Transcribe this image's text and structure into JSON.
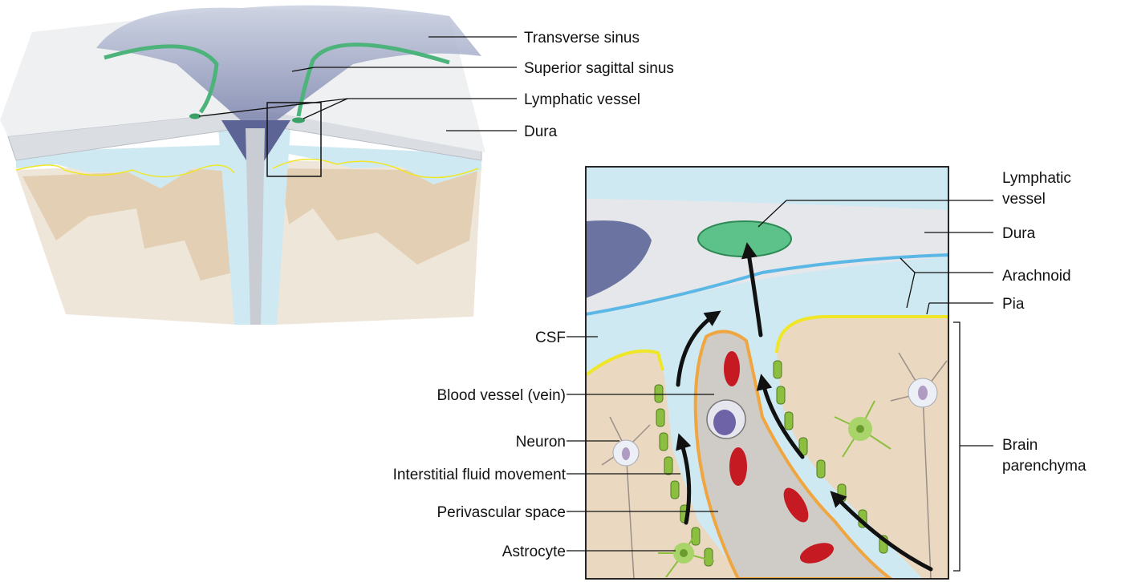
{
  "overview_labels": {
    "transverse_sinus": "Transverse sinus",
    "superior_sagittal_sinus": "Superior sagittal sinus",
    "lymphatic_vessel": "Lymphatic vessel",
    "dura": "Dura"
  },
  "detail_labels": {
    "lymphatic_vessel_line1": "Lymphatic",
    "lymphatic_vessel_line2": "vessel",
    "dura": "Dura",
    "arachnoid": "Arachnoid",
    "pia": "Pia",
    "brain_parenchyma_line1": "Brain",
    "brain_parenchyma_line2": "parenchyma",
    "csf": "CSF",
    "blood_vessel": "Blood vessel (vein)",
    "neuron": "Neuron",
    "interstitial_fluid": "Interstitial fluid movement",
    "perivascular_space": "Perivascular space",
    "astrocyte": "Astrocyte"
  },
  "colors": {
    "sinus": "#6b73a0",
    "dura": "#e4e6ea",
    "csf": "#cfe9f2",
    "arachnoid": "#5bb8e6",
    "pia": "#f0e628",
    "parenchyma": "#ead8c0",
    "lymphatic": "#4cb37a",
    "astrocyte": "#8cbf3f",
    "red_blood_cell": "#c61a22",
    "vessel_wall": "#f0a640"
  }
}
